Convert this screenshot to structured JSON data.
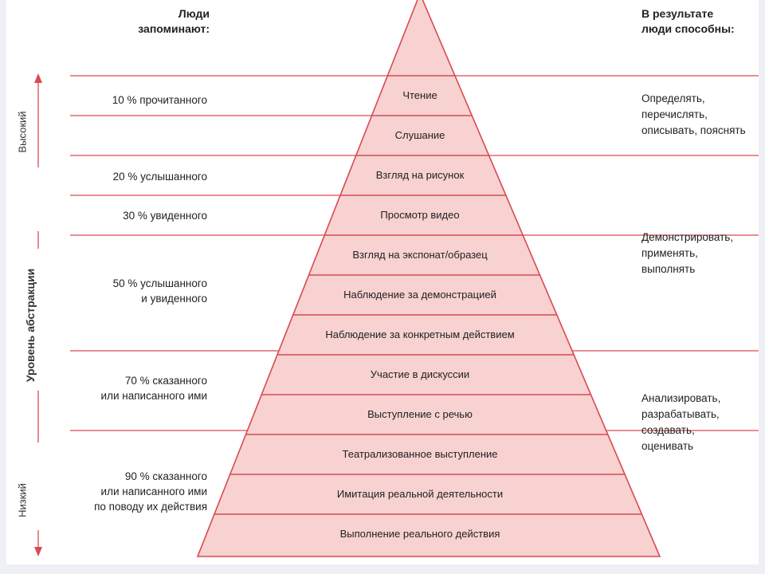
{
  "header": {
    "left": "Люди\nзапоминают:",
    "right": "В результате\nлюди способны:"
  },
  "axis": {
    "title": "Уровень абстракции",
    "high": "Высокий",
    "low": "Низкий"
  },
  "levels": [
    "Чтение",
    "Слушание",
    "Взгляд на рисунок",
    "Просмотр видео",
    "Взгляд на экспонат/образец",
    "Наблюдение за демонстрацией",
    "Наблюдение за конкретным действием",
    "Участие в дискуссии",
    "Выступление с речью",
    "Театрализованное выступление",
    "Имитация реальной деятельности",
    "Выполнение реального действия"
  ],
  "retention": [
    "10 % прочитанного",
    "20 % услышанного",
    "30 % увиденного",
    "50 % услышанного\nи увиденного",
    "70 % сказанного\nили написанного ими",
    "90 % сказанного\nили написанного ими\nпо поводу их действия"
  ],
  "abilities": [
    "Определять,\nперечислять,\nописывать, пояснять",
    "Демонстрировать,\nприменять,\nвыполнять",
    "Анализировать,\nразрабатывать,\nсоздавать,\nоценивать"
  ],
  "colors": {
    "pyramid_fill": "#f7d2d0",
    "pyramid_stroke": "#d94a52",
    "line": "#d94a52"
  }
}
